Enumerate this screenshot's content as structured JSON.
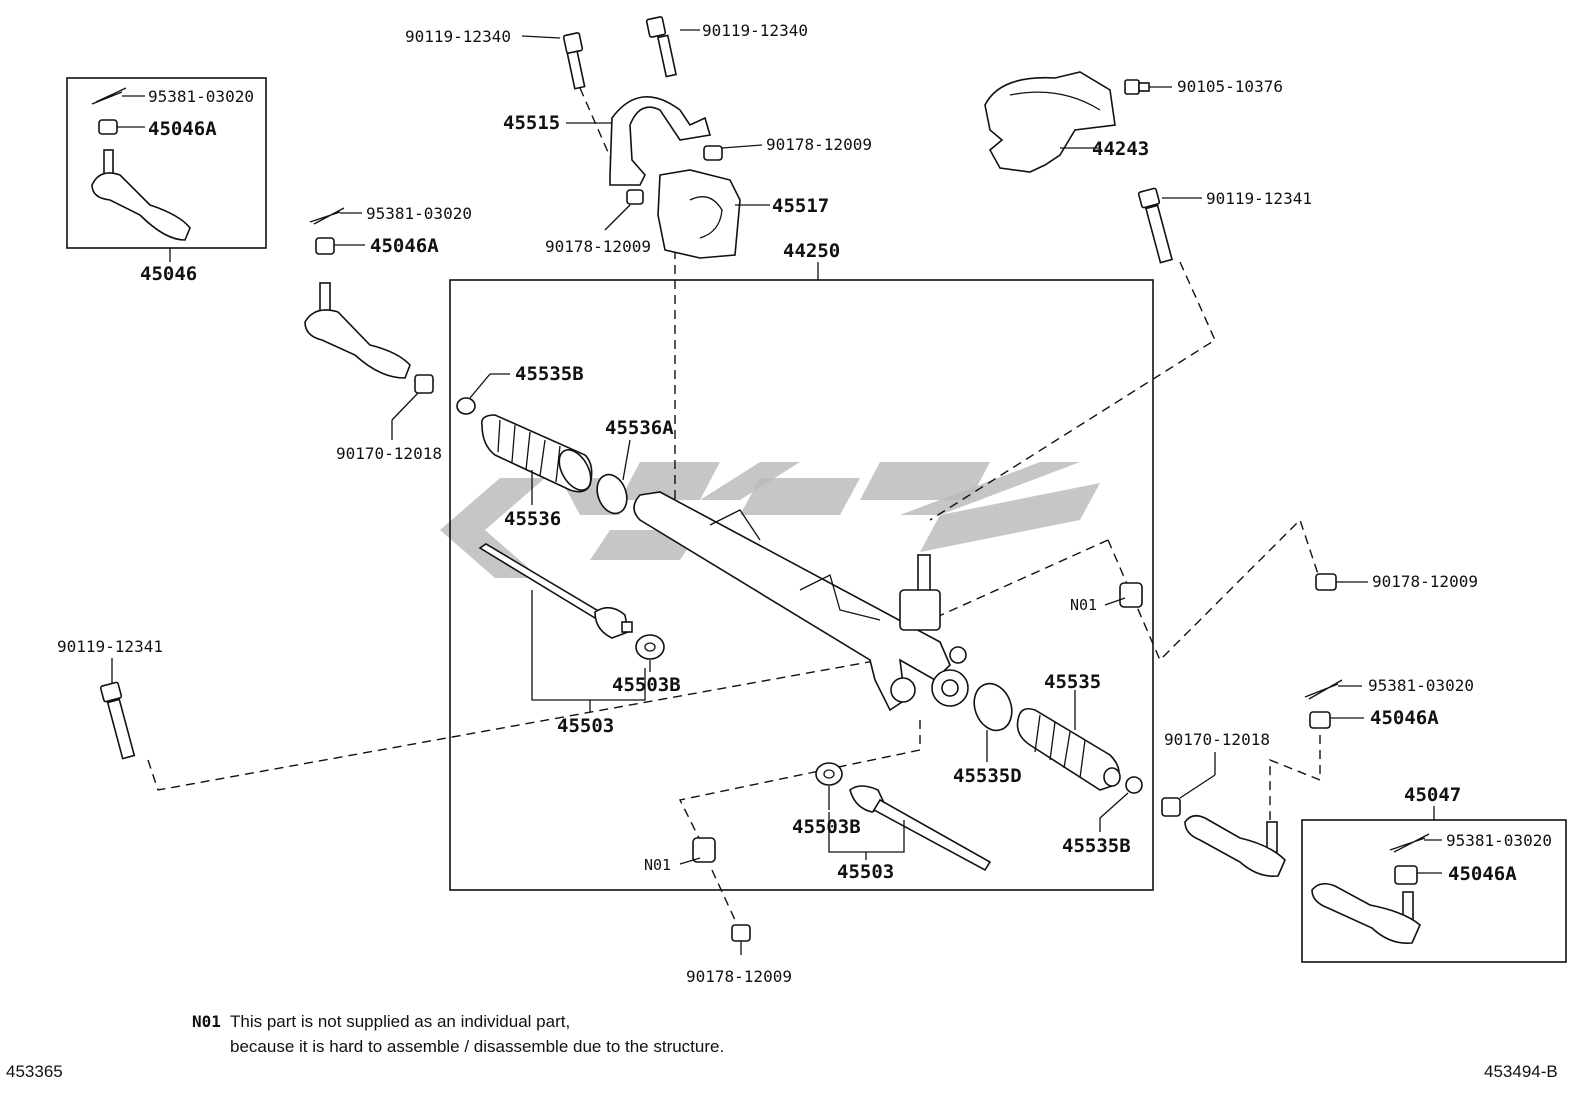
{
  "labels": {
    "l_90119_12340_a": "90119-12340",
    "l_90119_12340_b": "90119-12340",
    "l_95381_03020_a": "95381-03020",
    "l_45046A_a": "45046A",
    "l_45046": "45046",
    "l_45515": "45515",
    "l_90178_12009_a": "90178-12009",
    "l_90178_12009_b": "90178-12009",
    "l_45517": "45517",
    "l_90105_10376": "90105-10376",
    "l_44243": "44243",
    "l_90119_12341_a": "90119-12341",
    "l_95381_03020_b": "95381-03020",
    "l_45046A_b": "45046A",
    "l_44250": "44250",
    "l_45535B_a": "45535B",
    "l_90170_12018_a": "90170-12018",
    "l_45536A": "45536A",
    "l_45536": "45536",
    "l_90178_12009_c": "90178-12009",
    "l_N01_a": "N01",
    "l_90119_12341_b": "90119-12341",
    "l_45503B_a": "45503B",
    "l_45503_a": "45503",
    "l_45535": "45535",
    "l_95381_03020_c": "95381-03020",
    "l_45046A_c": "45046A",
    "l_90170_12018_b": "90170-12018",
    "l_45535D": "45535D",
    "l_45047": "45047",
    "l_95381_03020_d": "95381-03020",
    "l_45046A_d": "45046A",
    "l_45503B_b": "45503B",
    "l_45535B_b": "45535B",
    "l_45503_b": "45503",
    "l_N01_b": "N01",
    "l_90178_12009_d": "90178-12009"
  },
  "footnote": {
    "code": "N01",
    "line1": "This part is not supplied as an individual part,",
    "line2": "because it is hard to assemble / disassemble due to the structure."
  },
  "corner": {
    "left_id": "453365",
    "right_id": "453494-B"
  }
}
